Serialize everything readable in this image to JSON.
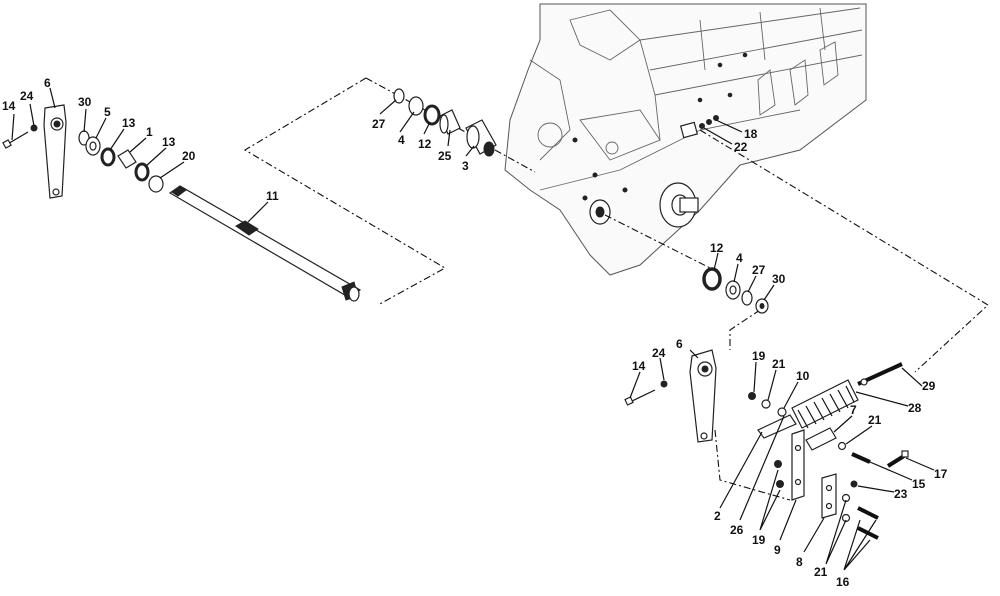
{
  "callouts": {
    "left_14": "14",
    "left_24": "24",
    "left_6": "6",
    "left_30": "30",
    "left_5": "5",
    "left_13a": "13",
    "left_1": "1",
    "left_13b": "13",
    "left_20": "20",
    "shaft_11": "11",
    "top_27": "27",
    "top_4": "4",
    "top_12": "12",
    "top_25": "25",
    "top_3": "3",
    "frame_18": "18",
    "frame_22": "22",
    "mid_12": "12",
    "mid_4": "4",
    "mid_27": "27",
    "mid_30": "30",
    "right_6": "6",
    "right_14": "14",
    "right_24": "24",
    "right_19a": "19",
    "right_21a": "21",
    "right_10": "10",
    "right_7": "7",
    "right_21b": "21",
    "right_29": "29",
    "right_28": "28",
    "right_17": "17",
    "right_15": "15",
    "right_23": "23",
    "right_2": "2",
    "right_26": "26",
    "right_19b": "19",
    "right_9": "9",
    "right_8": "8",
    "right_21c": "21",
    "right_16": "16"
  }
}
